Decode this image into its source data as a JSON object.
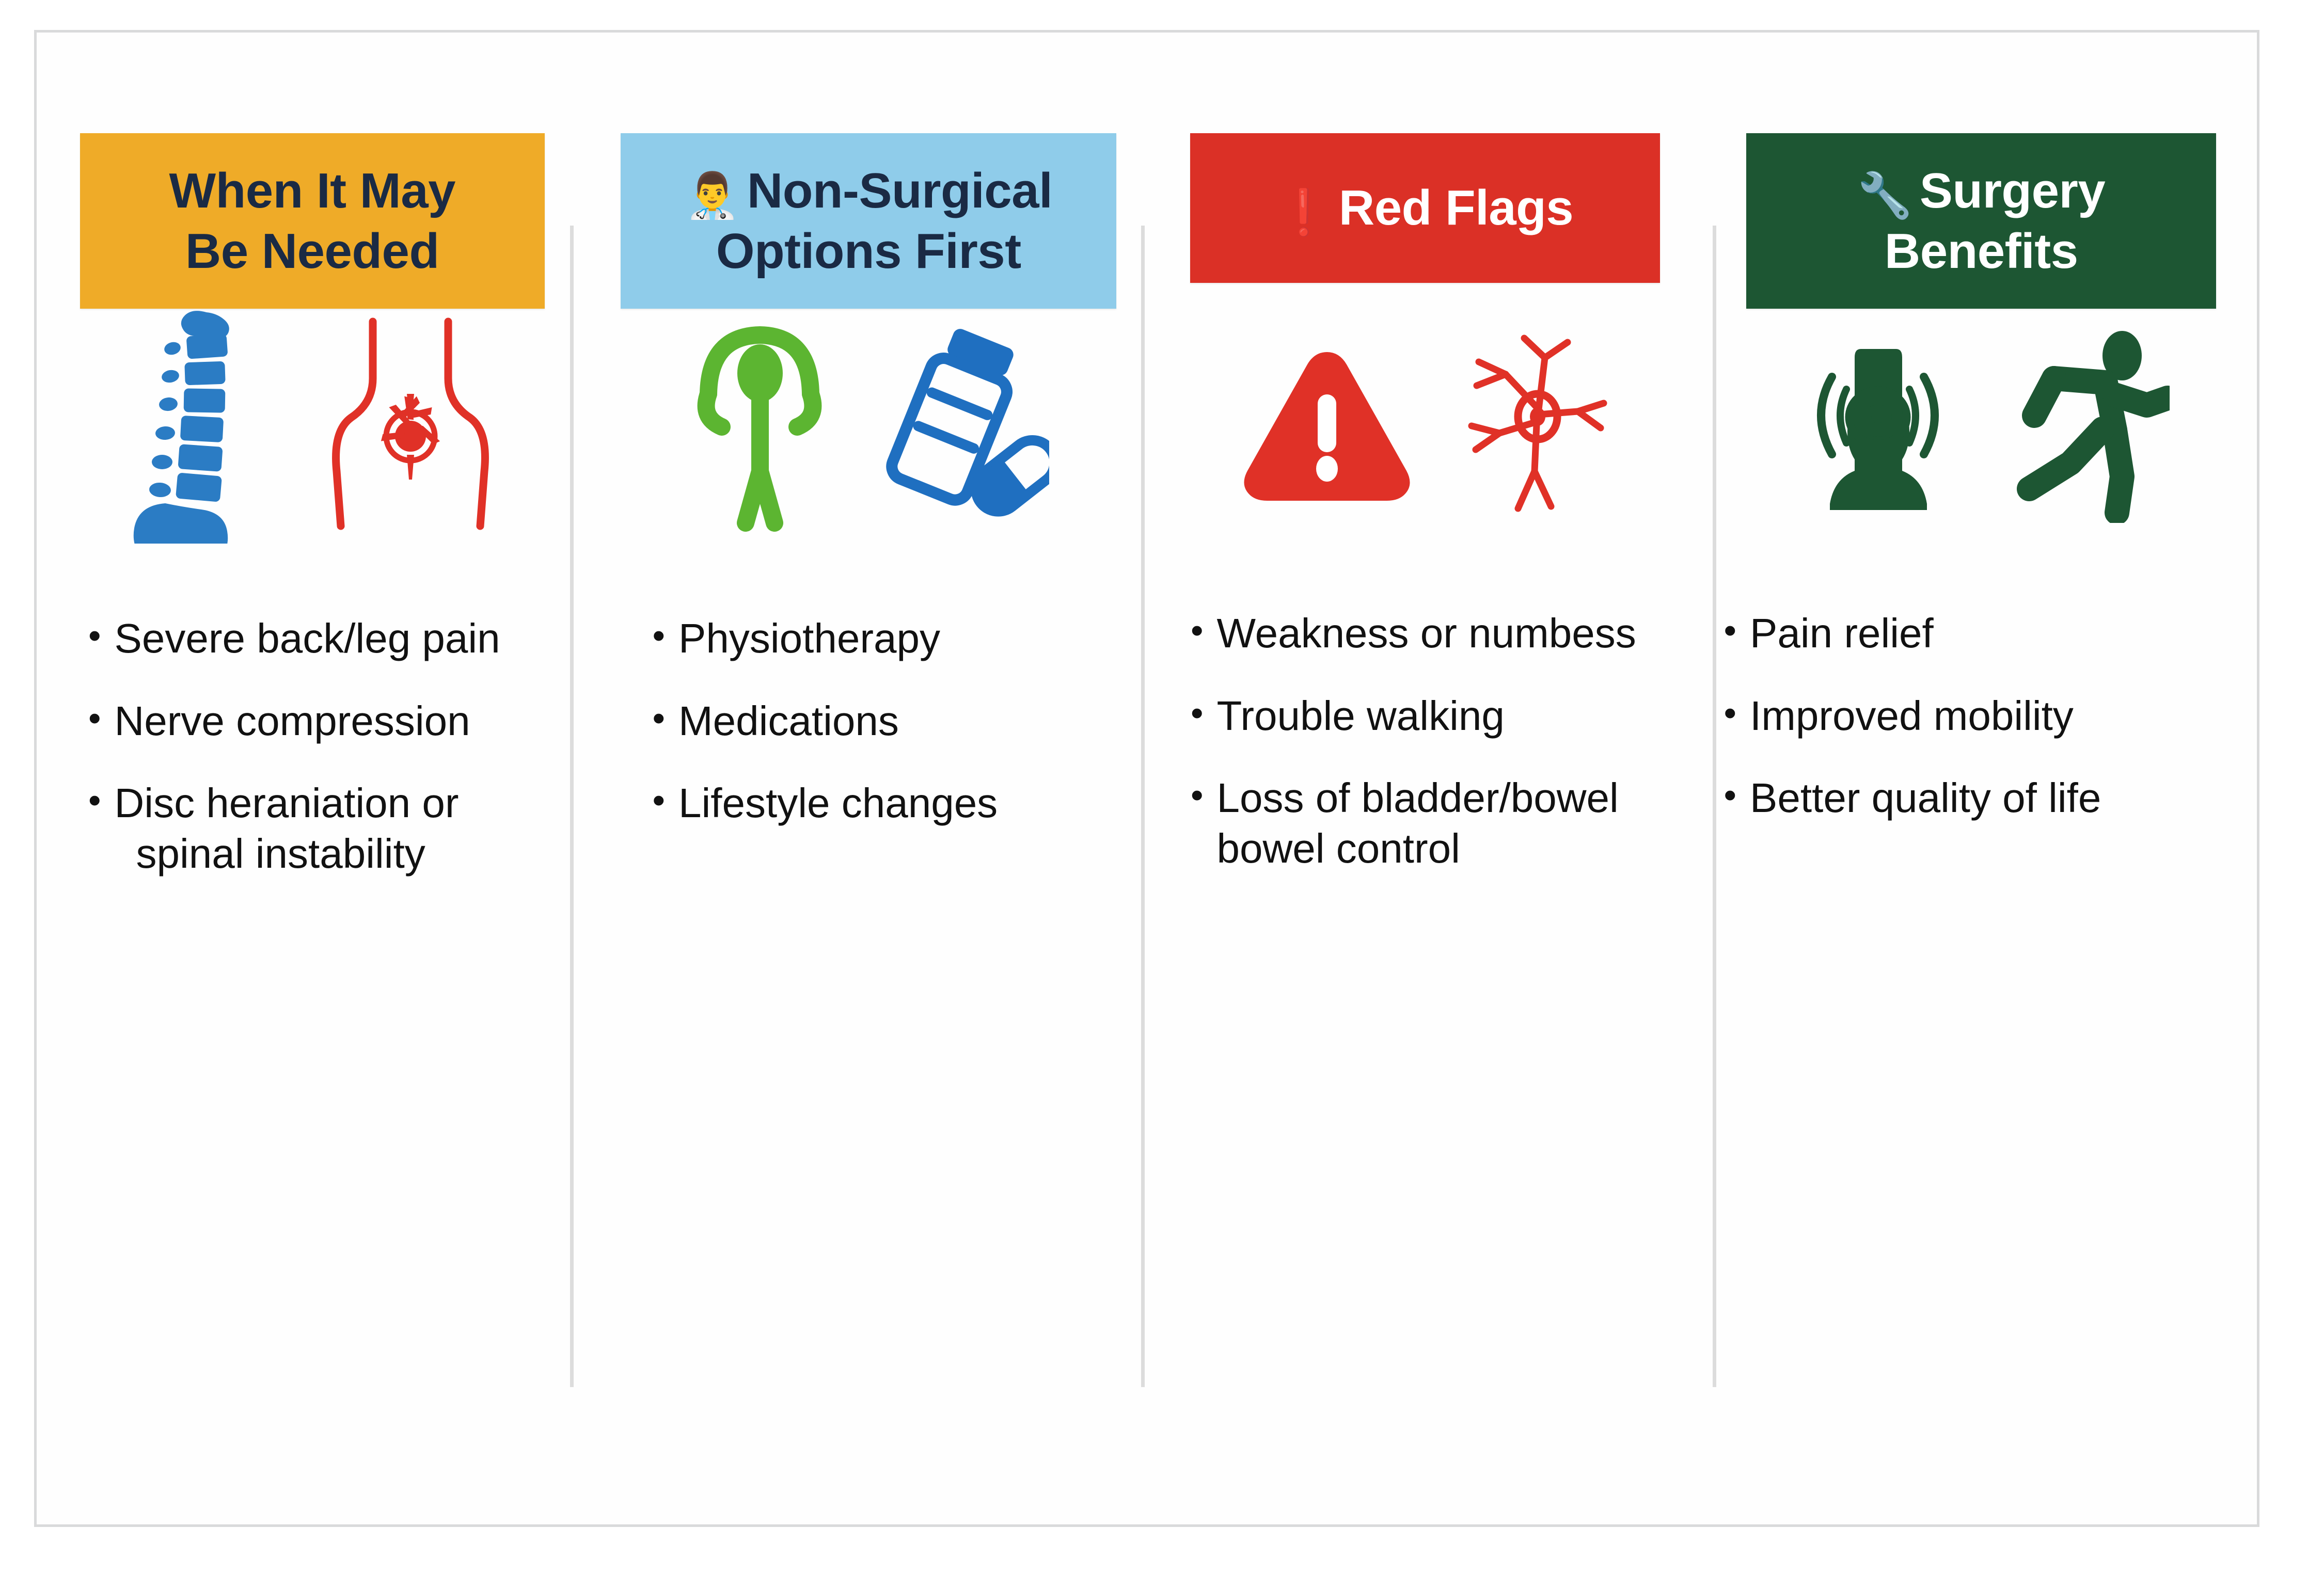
{
  "infographic": {
    "columns": [
      {
        "id": "when-it-may-be-needed",
        "header": {
          "line1": "When It May",
          "line2": "Be Needed",
          "emoji": "",
          "bg_color": "#EFAB28",
          "text_color": "#1a2a44"
        },
        "icons": [
          "spine-icon",
          "back-pain-icon"
        ],
        "bullets": [
          {
            "line1": "Severe back/leg pain",
            "line2": ""
          },
          {
            "line1": "Nerve compression",
            "line2": ""
          },
          {
            "line1": "Disc heraniation or",
            "line2": "spinal instability"
          }
        ]
      },
      {
        "id": "non-surgical-options-first",
        "header": {
          "line1": "Non-Surgical",
          "line2": "Options First",
          "emoji": "👨‍⚕️",
          "bg_color": "#8FCCEA",
          "text_color": "#1a2a44"
        },
        "icons": [
          "exercise-figure-icon",
          "medicine-bottle-pill-icon"
        ],
        "bullets": [
          {
            "line1": "Physiotherapy",
            "line2": ""
          },
          {
            "line1": "Medications",
            "line2": ""
          },
          {
            "line1": "Lifestyle changes",
            "line2": ""
          }
        ]
      },
      {
        "id": "red-flags",
        "header": {
          "line1": "Red Flags",
          "line2": "",
          "emoji": "❗",
          "bg_color": "#DB3026",
          "text_color": "#ffffff"
        },
        "icons": [
          "warning-triangle-icon",
          "neuron-icon"
        ],
        "bullets": [
          {
            "line1": "Weakness or numbess",
            "line2": ""
          },
          {
            "line1": "Trouble walking",
            "line2": ""
          },
          {
            "line1": "Loss of bladder/bowel",
            "line2": "bowel control"
          }
        ]
      },
      {
        "id": "surgery-benefits",
        "header": {
          "line1": "Surgery",
          "line2": "Benefits",
          "emoji": "🔧",
          "bg_color": "#1D5633",
          "text_color": "#ffffff"
        },
        "icons": [
          "vertebra-relief-icon",
          "running-figure-icon"
        ],
        "bullets": [
          {
            "line1": "Pain relief",
            "line2": ""
          },
          {
            "line1": "Improved mobility",
            "line2": ""
          },
          {
            "line1": "Better quality of life",
            "line2": ""
          }
        ]
      }
    ],
    "bullet_marker": "•",
    "palette": {
      "spine_blue": "#2B7CC4",
      "pain_red": "#E03127",
      "exercise_green": "#5CB531",
      "medicine_blue": "#1F6FC0",
      "benefit_green": "#1D5633",
      "divider_gray": "#dcdcdc",
      "frame_gray": "#d9dadb"
    }
  }
}
